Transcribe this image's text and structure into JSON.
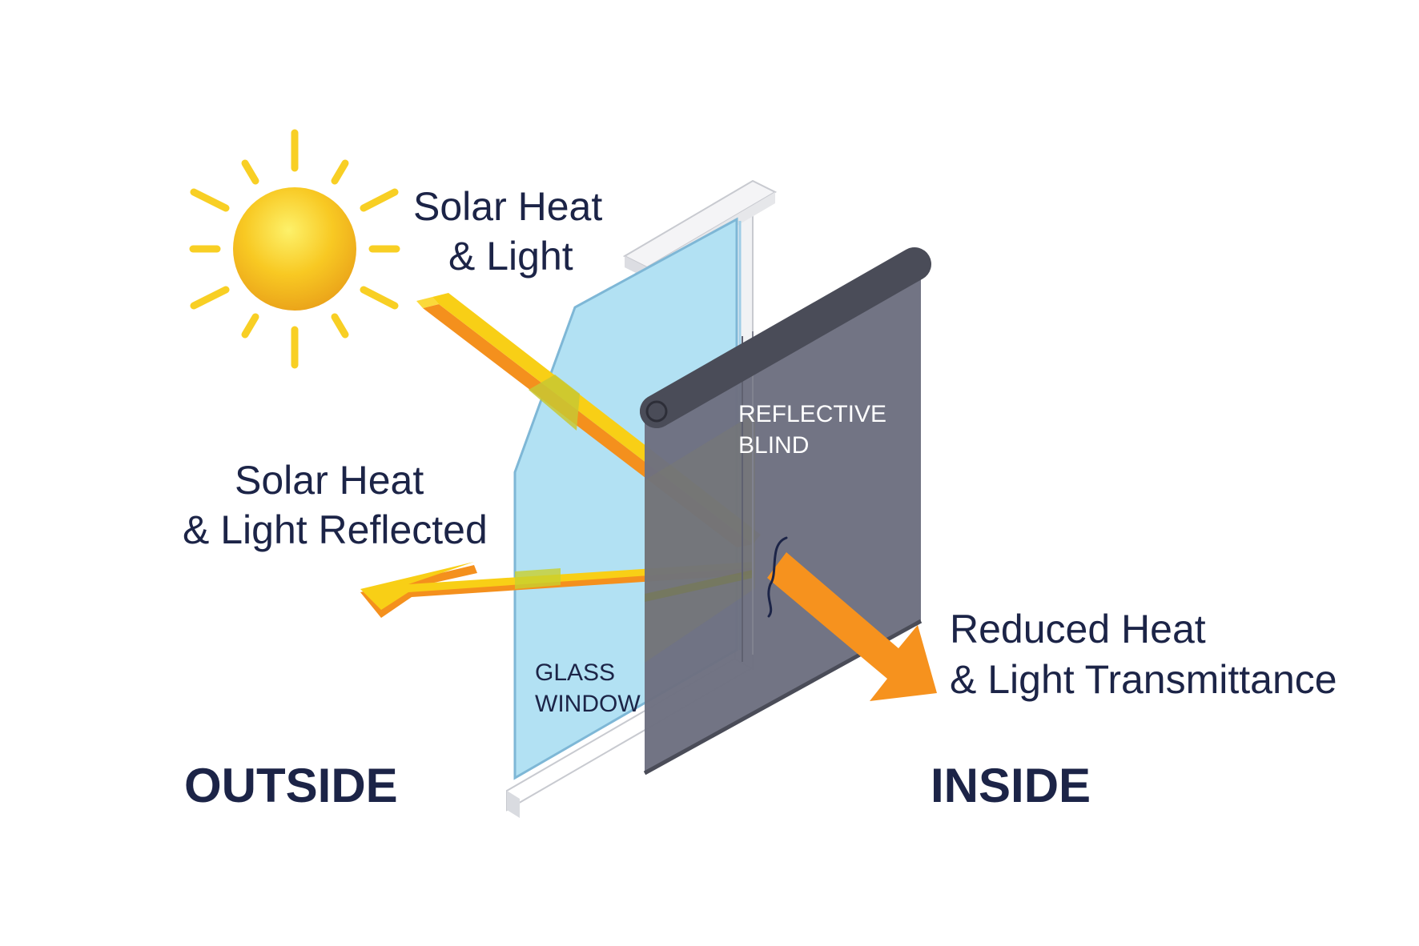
{
  "labels": {
    "solar_in": [
      "Solar Heat",
      "& Light"
    ],
    "solar_reflected": [
      "Solar Heat",
      "& Light Reflected"
    ],
    "transmitted": [
      "Reduced Heat",
      "& Light Transmittance"
    ],
    "glass": [
      "GLASS",
      "WINDOW"
    ],
    "blind": [
      "REFLECTIVE",
      "BLIND"
    ],
    "outside": "OUTSIDE",
    "inside": "INSIDE"
  },
  "colors": {
    "text": "#1c2447",
    "sun": "#f7c51e",
    "ray_yellow": "#f8cf16",
    "ray_orange": "#f4901d",
    "glass": "#b2e1f3",
    "glass_edge": "#7eb7d6",
    "blind": "#6d6f80",
    "roller": "#4a4c58",
    "frame": "#e8e9ec"
  },
  "icons": [
    "sun-icon"
  ]
}
